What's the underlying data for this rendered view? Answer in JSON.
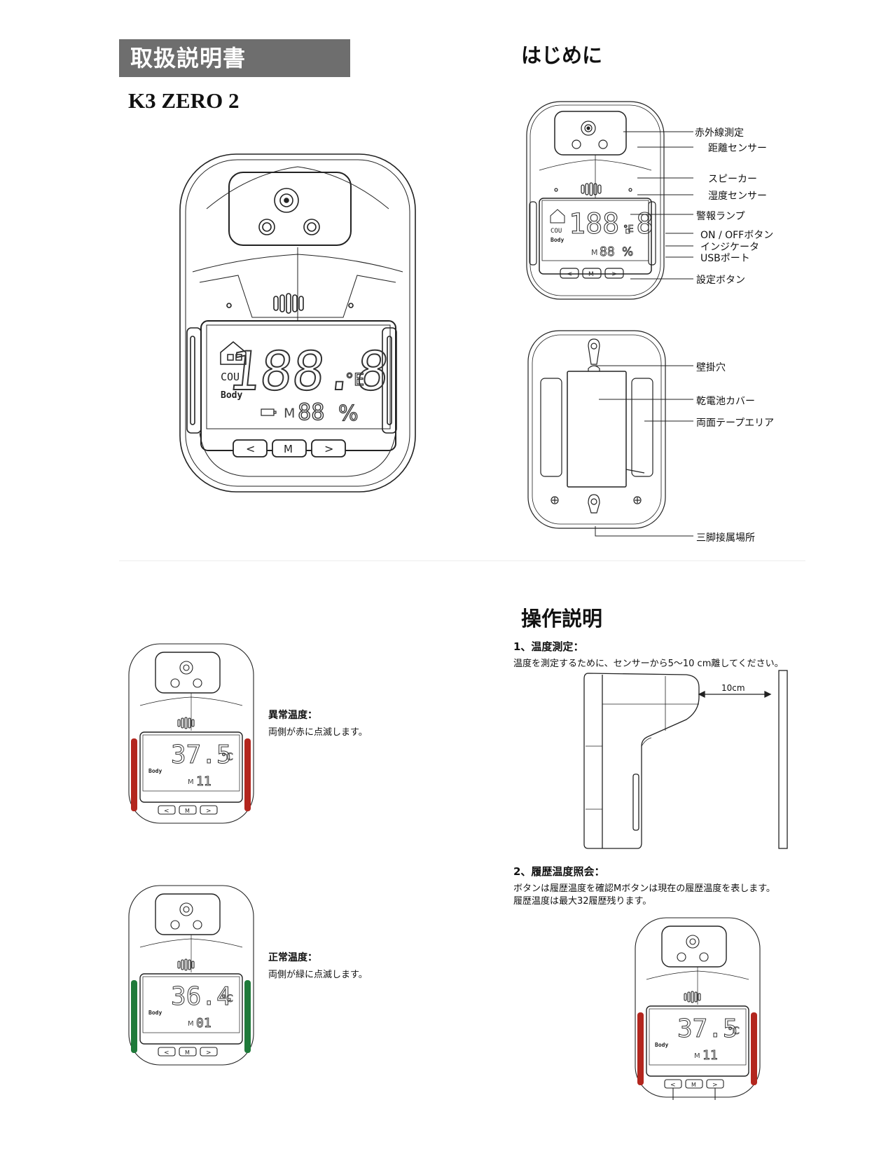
{
  "header": {
    "title": "取扱説明書",
    "model": "K3 ZERO 2"
  },
  "intro": {
    "heading": "はじめに",
    "front_labels": [
      "赤外線測定",
      "距離センサー",
      "スピーカー",
      "湿度センサー",
      "警報ランプ",
      "ON / OFFボタン",
      "インジケータ",
      "USBポート",
      "設定ボタン"
    ],
    "back_labels": [
      "壁掛穴",
      "乾電池カバー",
      "両面テープエリア",
      "三脚接属場所"
    ]
  },
  "device": {
    "lcd_main": "188.8",
    "lcd_unit": "°E",
    "lcd_cou": "COU",
    "lcd_body": "Body",
    "lcd_m": "M",
    "lcd_sub": "88",
    "lcd_pct": "%",
    "btn_left": "<",
    "btn_m": "M",
    "btn_right": ">"
  },
  "alerts": {
    "abnormal": {
      "title": "異常温度：",
      "desc": "両側が赤に点滅します。",
      "temp": "37.5",
      "unit": "°C",
      "body": "Body",
      "m": "M",
      "index": "11",
      "color": "#b3261e"
    },
    "normal": {
      "title": "正常温度：",
      "desc": "両側が緑に点滅します。",
      "temp": "36.4",
      "unit": "°C",
      "body": "Body",
      "m": "M",
      "index": "01",
      "color": "#1f7a3a"
    }
  },
  "operation": {
    "heading": "操作説明",
    "step1_title": "1、温度測定：",
    "step1_desc": "温度を測定するために、センサーから5〜10 cm離してください。",
    "distance_label": "10cm",
    "step2_title": "2、履歴温度照会：",
    "step2_desc_1": "ボタンは履歴温度を確認Mボタンは現在の履歴温度を表します。",
    "step2_desc_2": "履歴温度は最大32履歴残ります。",
    "history_temp": "37.5",
    "history_unit": "°C",
    "history_body": "Body",
    "history_m": "M",
    "history_index": "11"
  }
}
